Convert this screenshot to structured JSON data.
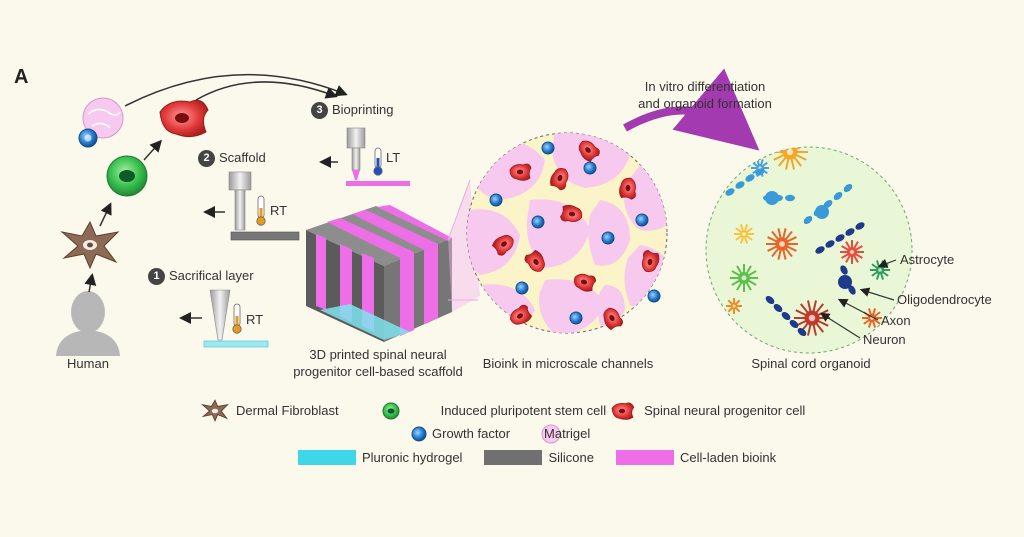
{
  "panel_label": "A",
  "steps": {
    "sacrificial": {
      "num": "1",
      "label": "Sacrifical layer",
      "temp": "RT"
    },
    "scaffold": {
      "num": "2",
      "label": "Scaffold",
      "temp": "RT"
    },
    "bioprinting": {
      "num": "3",
      "label": "Bioprinting",
      "temp": "LT"
    }
  },
  "labels": {
    "human": "Human",
    "scaffold_caption_line1": "3D printed spinal neural",
    "scaffold_caption_line2": "progenitor cell-based scaffold",
    "bioink_caption": "Bioink in microscale channels",
    "organoid_caption": "Spinal cord organoid",
    "differentiation_line1": "In vitro differentiation",
    "differentiation_line2": "and organoid formation",
    "astrocyte": "Astrocyte",
    "oligodendrocyte": "Oligodendrocyte",
    "axon": "Axon",
    "neuron": "Neuron"
  },
  "legend": {
    "row1": [
      "Dermal Fibroblast",
      "Induced pluripotent stem cell",
      "Spinal neural progenitor cell"
    ],
    "row2": [
      "Growth factor",
      "Matrigel"
    ],
    "row3": [
      "Pluronic hydrogel",
      "Silicone",
      "Cell-laden bioink"
    ]
  },
  "colors": {
    "background": "#fbf8ec",
    "pluronic": "#3fd6e8",
    "silicone": "#707070",
    "bioink": "#ee6ee8",
    "matrigel": "#f7c9ee",
    "stem_cell": "#2fb34f",
    "progenitor": "#e23a3a",
    "growth_factor": "#1f6fc1",
    "arrow_purple": "#a33ab0"
  }
}
